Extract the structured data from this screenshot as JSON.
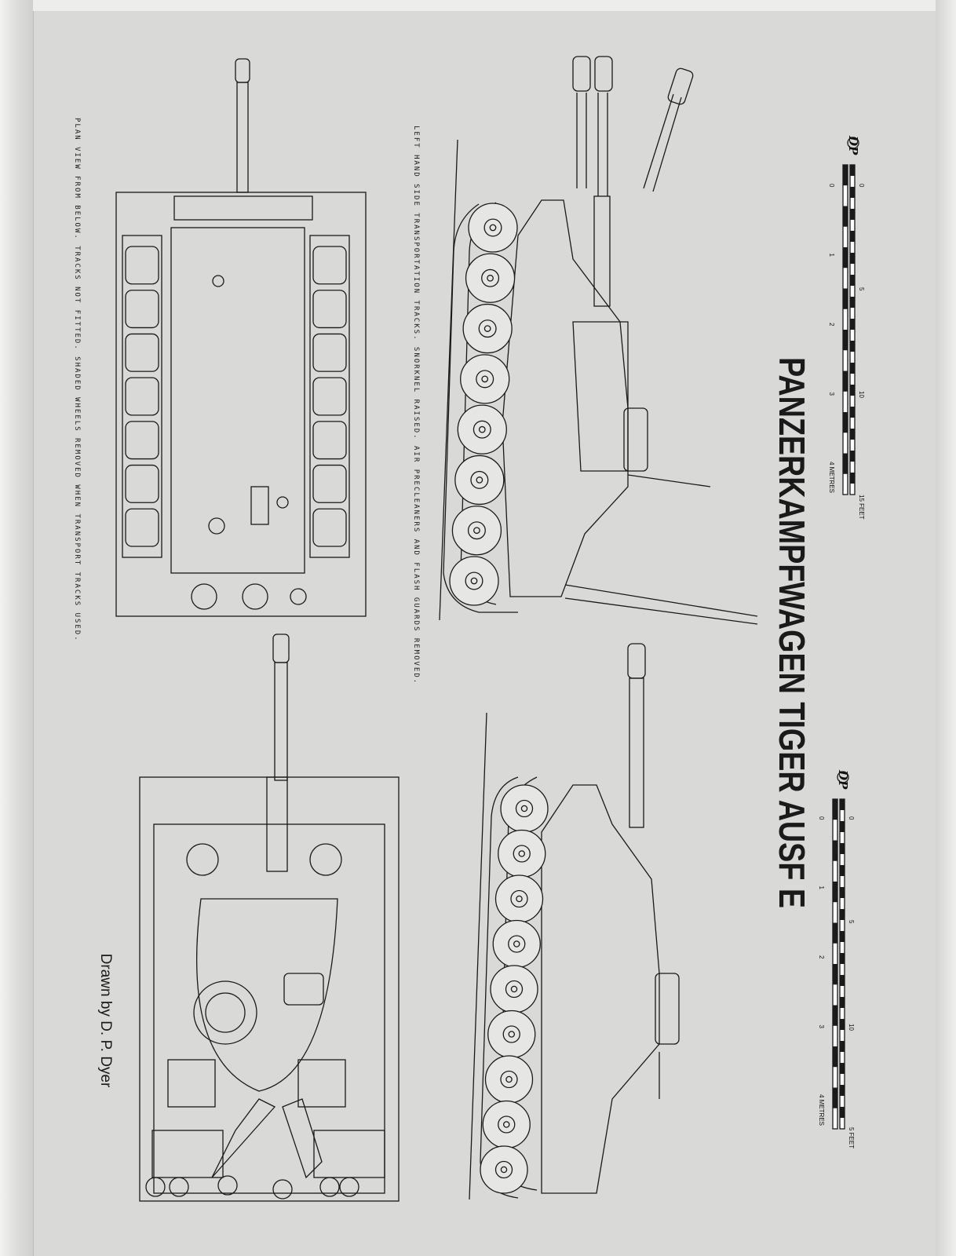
{
  "title": "PANZERKAMPFWAGEN TIGER AUSF E",
  "captions": {
    "side_view": "LEFT HAND SIDE TRANSPORTATION TRACKS. SNORKNEL RAISED. AIR PRECLEANERS AND FLASH GUARDS REMOVED.",
    "plan_view": "PLAN VIEW FROM BELOW. TRACKS NOT FITTED. SHADED WHEELS REMOVED WHEN TRANSPORT TRACKS USED."
  },
  "credit": "Drawn by D. P. Dyer",
  "logo": "DP",
  "scales": {
    "upper": {
      "feet_labels": [
        "0",
        "5",
        "10",
        "15 FEET"
      ],
      "metre_labels": [
        "0",
        "1",
        "2",
        "3",
        "4 METRES"
      ]
    },
    "lower": {
      "feet_labels": [
        "0",
        "5",
        "10",
        "5 FEET"
      ],
      "metre_labels": [
        "0",
        "1",
        "2",
        "3",
        "4 METRES"
      ]
    }
  },
  "colors": {
    "paper": "#d9d9d7",
    "ink": "#1a1a1a"
  }
}
